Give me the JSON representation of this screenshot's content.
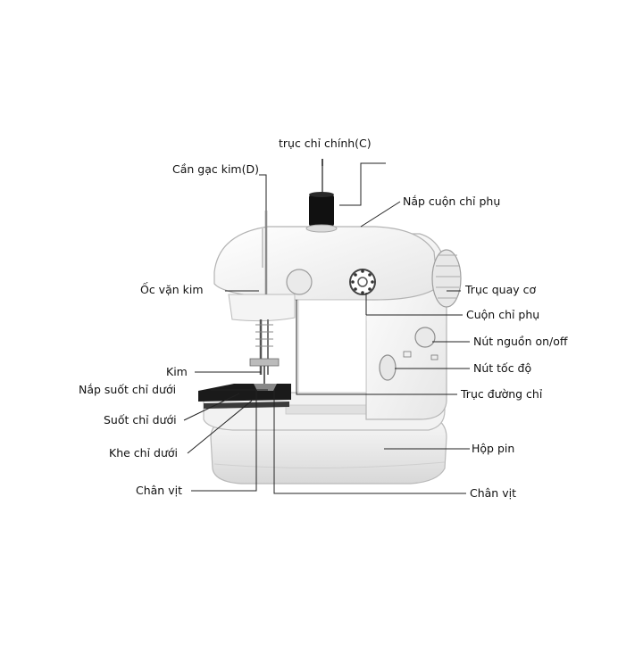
{
  "diagram": {
    "labels": {
      "main_spindle": "trục chỉ chính(C)",
      "thread_guide_bar": "Cần gạc kim(D)",
      "bobbin_winder_cap": "Nắp cuộn chỉ phụ",
      "needle_screw": "Ốc vặn kim",
      "hand_wheel": "Trục quay cơ",
      "bobbin_winder": "Cuộn chỉ phụ",
      "power_button": "Nút nguồn on/off",
      "speed_button": "Nút tốc độ",
      "needle": "Kim",
      "bobbin_cover": "Nắp suốt chỉ dưới",
      "thread_path": "Trục đường chỉ",
      "lower_bobbin": "Suốt chỉ dưới",
      "lower_thread_slot": "Khe chỉ dưới",
      "battery_box": "Hộp pin",
      "presser_foot_left": "Chân vịt",
      "presser_foot_right": "Chân vịt"
    }
  }
}
